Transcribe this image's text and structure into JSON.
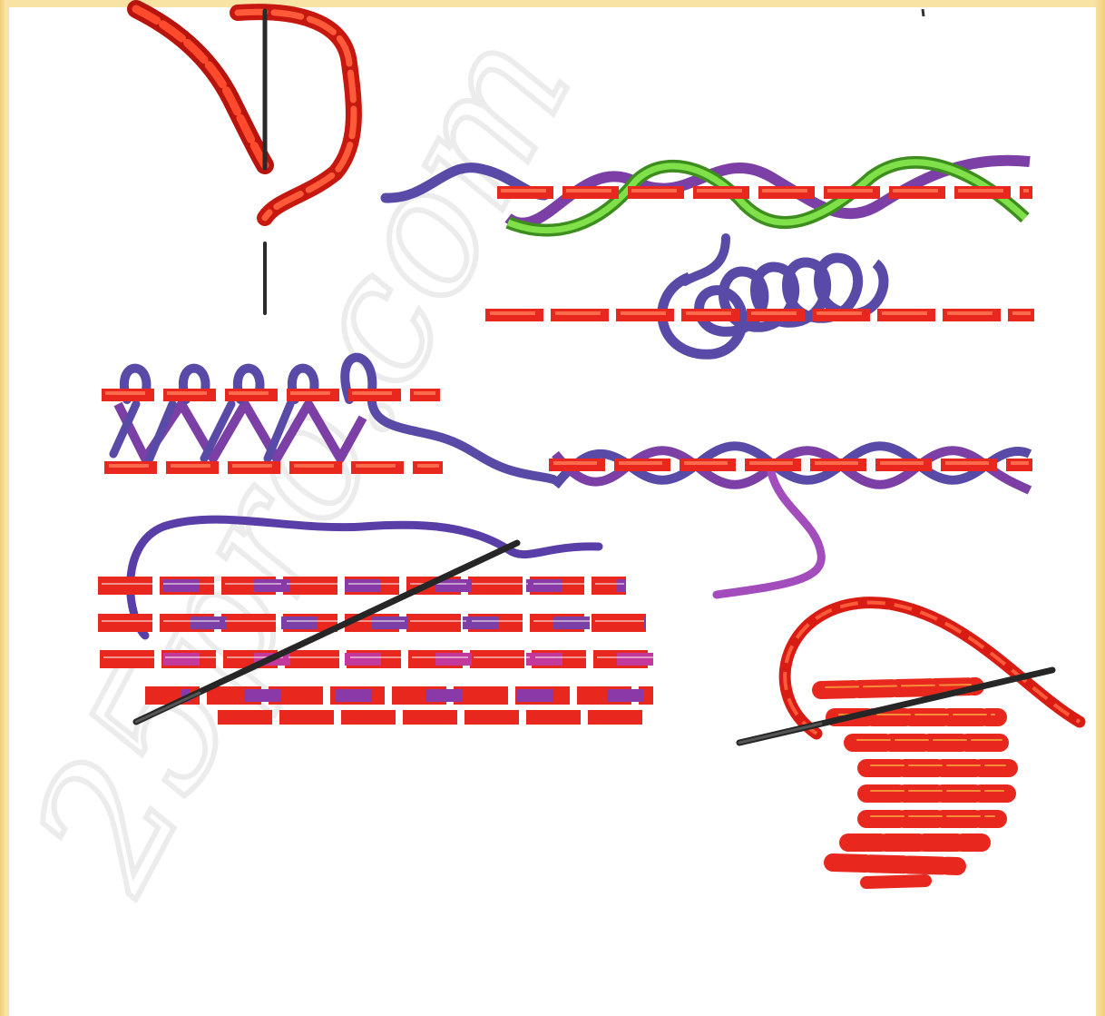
{
  "figure": {
    "kind": "embroidery stitch illustrations",
    "watermark_text": "25pro.com",
    "colors": {
      "frame": "#f4d98a",
      "background": "#ffffff",
      "red_thread": "#e8281e",
      "red_highlight": "#ff5a3a",
      "purple_thread": "#7b3fa6",
      "violet_thread": "#5a4aa8",
      "magenta_thread": "#c2389b",
      "green_thread": "#6fd13a",
      "needle": "#2a2a2a"
    },
    "panels": [
      {
        "id": "running-stitch-needle",
        "thread": "red",
        "tool": "needle"
      },
      {
        "id": "whipped-running-stitch",
        "threads": [
          "red",
          "purple",
          "green"
        ]
      },
      {
        "id": "looped-running-stitch",
        "threads": [
          "red",
          "purple"
        ]
      },
      {
        "id": "interlaced-running-stitch",
        "threads": [
          "red",
          "purple"
        ]
      },
      {
        "id": "threaded-running-stitch",
        "threads": [
          "red",
          "purple"
        ]
      },
      {
        "id": "darning-stitch-fill",
        "threads": [
          "red",
          "purple",
          "magenta"
        ],
        "tool": "needle"
      },
      {
        "id": "satin-stitch-crescent",
        "thread": "red",
        "tool": "needle"
      }
    ]
  }
}
